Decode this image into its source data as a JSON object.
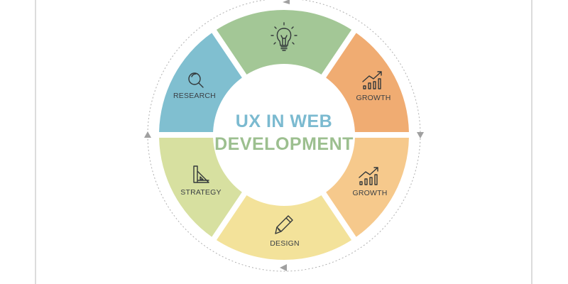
{
  "diagram": {
    "title_line1": "UX IN WEB",
    "title_line2": "DEVELOPMENT",
    "title_line1_color": "#7bbad0",
    "title_line2_color": "#9cbf8f",
    "segments": [
      {
        "label": "",
        "icon": "lightbulb-icon",
        "color": "#a3c796"
      },
      {
        "label": "GROWTH",
        "icon": "growth-chart-icon",
        "color": "#f0ac72"
      },
      {
        "label": "GROWTH",
        "icon": "growth-chart-icon",
        "color": "#f6c98c"
      },
      {
        "label": "DESIGN",
        "icon": "pencil-icon",
        "color": "#f3e29a"
      },
      {
        "label": "STRATEGY",
        "icon": "ruler-triangle-icon",
        "color": "#d7e0a0"
      },
      {
        "label": "RESEARCH",
        "icon": "magnifier-icon",
        "color": "#80bfd0"
      }
    ],
    "cycle_arrow_color": "#a0a0a0"
  }
}
